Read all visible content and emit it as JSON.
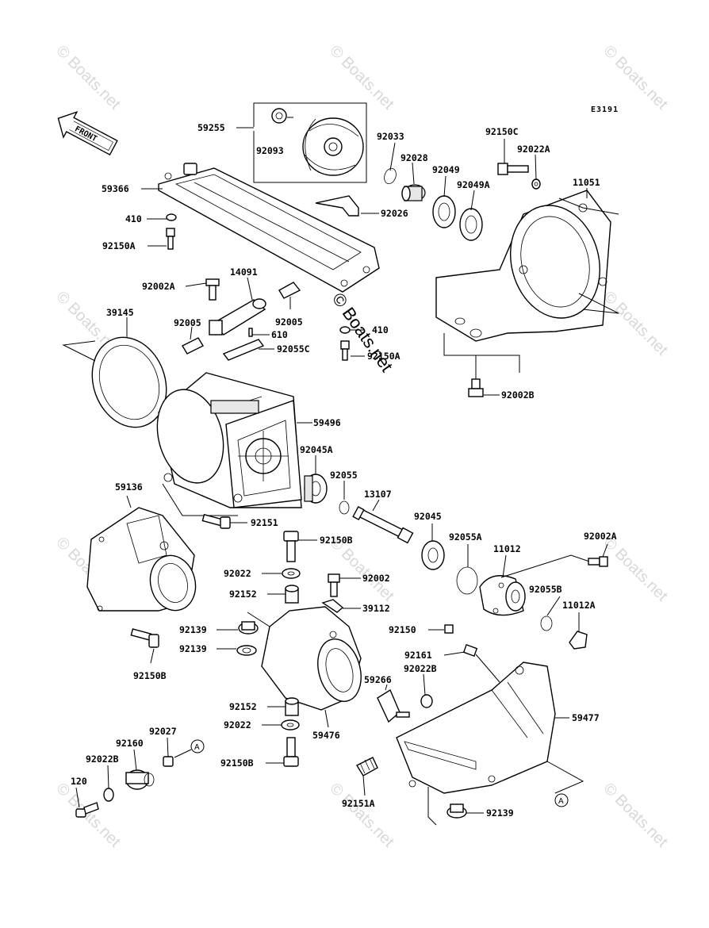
{
  "diagram": {
    "code": "E3191",
    "front_label": "FRONT",
    "watermark": "© Boats.net",
    "callout_label": "A"
  },
  "parts": [
    {
      "id": "p59255",
      "number": "59255"
    },
    {
      "id": "p92093",
      "number": "92093"
    },
    {
      "id": "p92033",
      "number": "92033"
    },
    {
      "id": "p92028",
      "number": "92028"
    },
    {
      "id": "p92049",
      "number": "92049"
    },
    {
      "id": "p92049A",
      "number": "92049A"
    },
    {
      "id": "p92150C",
      "number": "92150C"
    },
    {
      "id": "p92022A",
      "number": "92022A"
    },
    {
      "id": "p11051",
      "number": "11051"
    },
    {
      "id": "p59366",
      "number": "59366"
    },
    {
      "id": "p410a",
      "number": "410"
    },
    {
      "id": "p92150A_a",
      "number": "92150A"
    },
    {
      "id": "p92026",
      "number": "92026"
    },
    {
      "id": "p92002A_a",
      "number": "92002A"
    },
    {
      "id": "p14091",
      "number": "14091"
    },
    {
      "id": "p39145",
      "number": "39145"
    },
    {
      "id": "p92005a",
      "number": "92005"
    },
    {
      "id": "p92005b",
      "number": "92005"
    },
    {
      "id": "p610",
      "number": "610"
    },
    {
      "id": "p410b",
      "number": "410"
    },
    {
      "id": "p92055C",
      "number": "92055C"
    },
    {
      "id": "p92150A_b",
      "number": "92150A"
    },
    {
      "id": "p92002B_a",
      "number": "92002B"
    },
    {
      "id": "p59496",
      "number": "59496"
    },
    {
      "id": "p92045A",
      "number": "92045A"
    },
    {
      "id": "p92055",
      "number": "92055"
    },
    {
      "id": "p59136",
      "number": "59136"
    },
    {
      "id": "p13107",
      "number": "13107"
    },
    {
      "id": "p92151",
      "number": "92151"
    },
    {
      "id": "p92045",
      "number": "92045"
    },
    {
      "id": "p92055A",
      "number": "92055A"
    },
    {
      "id": "p92002A_b",
      "number": "92002A"
    },
    {
      "id": "p92150B_a",
      "number": "92150B"
    },
    {
      "id": "p11012",
      "number": "11012"
    },
    {
      "id": "p92022a",
      "number": "92022"
    },
    {
      "id": "p92002",
      "number": "92002"
    },
    {
      "id": "p92152a",
      "number": "92152"
    },
    {
      "id": "p39112",
      "number": "39112"
    },
    {
      "id": "p92055B",
      "number": "92055B"
    },
    {
      "id": "p11012A",
      "number": "11012A"
    },
    {
      "id": "p92139a",
      "number": "92139"
    },
    {
      "id": "p92150",
      "number": "92150"
    },
    {
      "id": "p92139b",
      "number": "92139"
    },
    {
      "id": "p92161",
      "number": "92161"
    },
    {
      "id": "p92150B_b",
      "number": "92150B"
    },
    {
      "id": "p92022B_a",
      "number": "92022B"
    },
    {
      "id": "p59266",
      "number": "59266"
    },
    {
      "id": "p92152b",
      "number": "92152"
    },
    {
      "id": "p59477",
      "number": "59477"
    },
    {
      "id": "p92022b",
      "number": "92022"
    },
    {
      "id": "p59476",
      "number": "59476"
    },
    {
      "id": "p92027",
      "number": "92027"
    },
    {
      "id": "p92160",
      "number": "92160"
    },
    {
      "id": "p92150B_c",
      "number": "92150B"
    },
    {
      "id": "p92022B_b",
      "number": "92022B"
    },
    {
      "id": "p120",
      "number": "120"
    },
    {
      "id": "p92151A",
      "number": "92151A"
    },
    {
      "id": "p92139c",
      "number": "92139"
    }
  ]
}
